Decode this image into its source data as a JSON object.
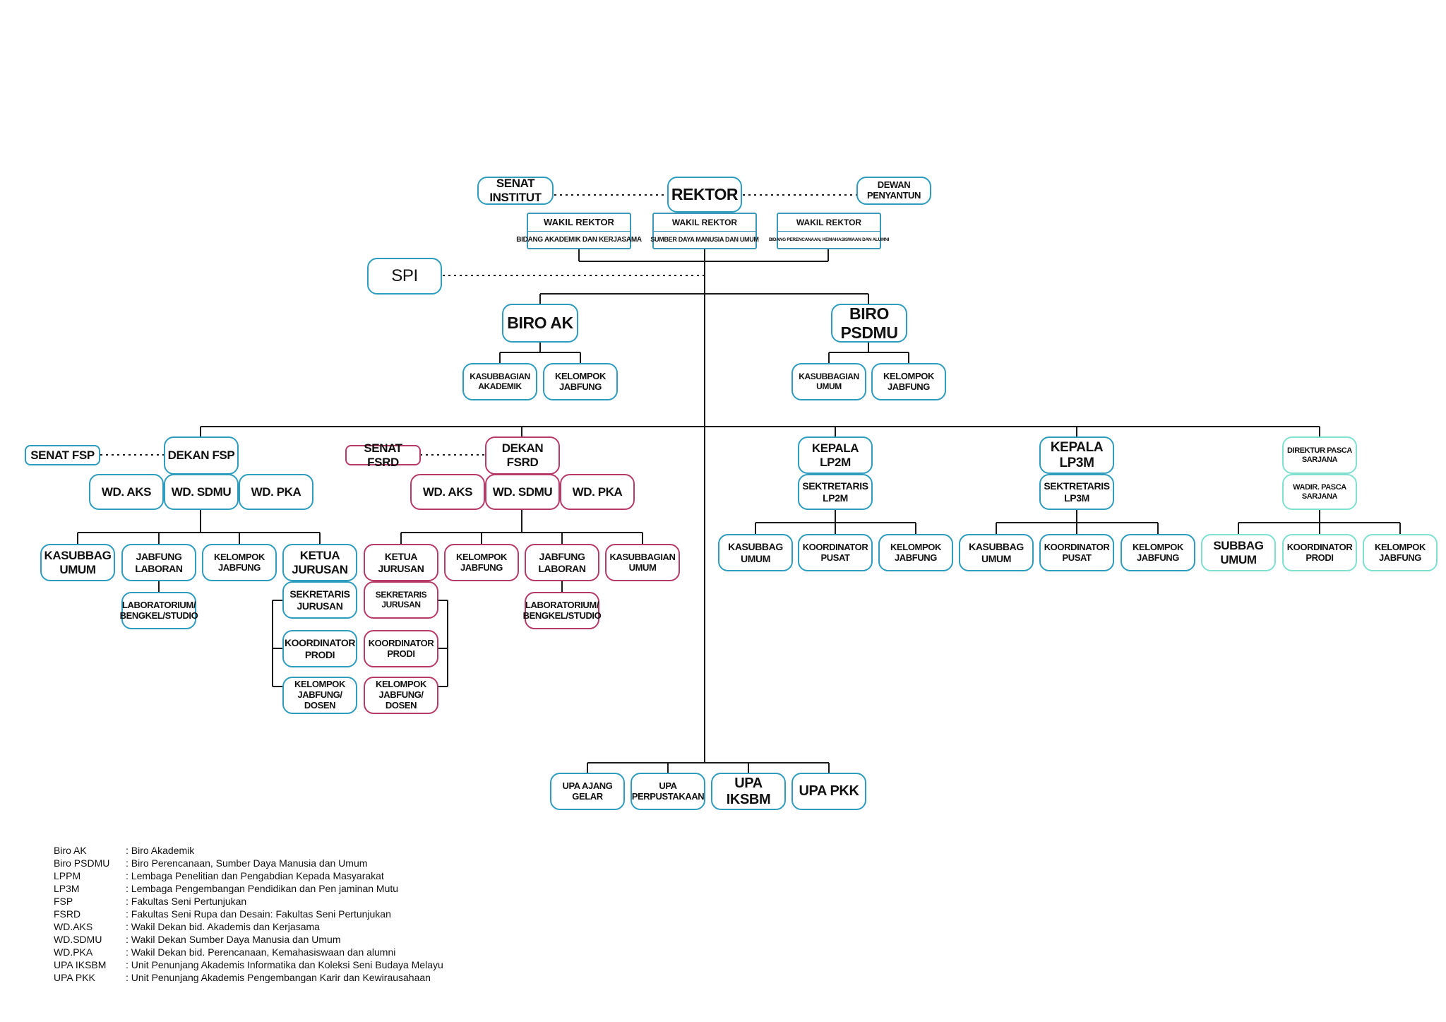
{
  "top": {
    "rektor": "REKTOR",
    "senat_institut": "SENAT INSTITUT",
    "dewan_penyantun": "DEWAN PENYANTUN",
    "spi": "SPI",
    "wakil_rektor": [
      {
        "title": "WAKIL REKTOR",
        "subtitle": "BIDANG AKADEMIK DAN KERJASAMA"
      },
      {
        "title": "WAKIL REKTOR",
        "subtitle": "SUMBER DAYA MANUSIA DAN UMUM"
      },
      {
        "title": "WAKIL REKTOR",
        "subtitle": "BIDANG PERENCANAAN, KEMAHASISWAAN DAN ALUMNI"
      }
    ]
  },
  "biro_ak": {
    "label": "BIRO AK",
    "children": [
      "KASUBBAGIAN AKADEMIK",
      "KELOMPOK JABFUNG"
    ]
  },
  "biro_psdmu": {
    "label": "BIRO PSDMU",
    "children": [
      "KASUBBAGIAN UMUM",
      "KELOMPOK JABFUNG"
    ]
  },
  "fsp": {
    "senat": "SENAT FSP",
    "dekan": "DEKAN FSP",
    "wd": [
      "WD. AKS",
      "WD. SDMU",
      "WD. PKA"
    ],
    "units": [
      "KASUBBAG UMUM",
      "JABFUNG LABORAN",
      "KELOMPOK JABFUNG",
      "KETUA JURUSAN"
    ],
    "lab": "LABORATORIUM/ BENGKEL/STUDIO",
    "jurusan": [
      "SEKRETARIS JURUSAN",
      "KOORDINATOR PRODI",
      "KELOMPOK JABFUNG/ DOSEN"
    ]
  },
  "fsrd": {
    "senat": "SENAT FSRD",
    "dekan": "DEKAN FSRD",
    "wd": [
      "WD. AKS",
      "WD. SDMU",
      "WD. PKA"
    ],
    "units": [
      "KETUA JURUSAN",
      "KELOMPOK JABFUNG",
      "JABFUNG LABORAN",
      "KASUBBAGIAN UMUM"
    ],
    "lab": "LABORATORIUM/ BENGKEL/STUDIO",
    "jurusan": [
      "SEKRETARIS JURUSAN",
      "KOORDINATOR PRODI",
      "KELOMPOK JABFUNG/ DOSEN"
    ]
  },
  "lp2m": {
    "kepala": "KEPALA LP2M",
    "sekretaris": "SEKTRETARIS LP2M",
    "units": [
      "KASUBBAG UMUM",
      "KOORDINATOR PUSAT",
      "KELOMPOK JABFUNG"
    ]
  },
  "lp3m": {
    "kepala": "KEPALA LP3M",
    "sekretaris": "SEKTRETARIS LP3M",
    "units": [
      "KASUBBAG UMUM",
      "KOORDINATOR PUSAT",
      "KELOMPOK JABFUNG"
    ]
  },
  "pasca": {
    "direktur": "DIREKTUR PASCA SARJANA",
    "wadir": "WADIR. PASCA SARJANA",
    "units": [
      "SUBBAG UMUM",
      "KOORDINATOR PRODI",
      "KELOMPOK JABFUNG"
    ]
  },
  "upa": [
    "UPA AJANG GELAR",
    "UPA PERPUSTAKAAN",
    "UPA IKSBM",
    "UPA PKK"
  ],
  "legend": [
    {
      "abbr": "Biro AK",
      "desc": ": Biro Akademik"
    },
    {
      "abbr": "Biro PSDMU",
      "desc": ": Biro Perencanaan, Sumber Daya Manusia dan Umum"
    },
    {
      "abbr": "LPPM",
      "desc": ": Lembaga Penelitian dan Pengabdian Kepada Masyarakat"
    },
    {
      "abbr": "LP3M",
      "desc": ": Lembaga Pengembangan Pendidikan dan Pen jaminan Mutu"
    },
    {
      "abbr": "FSP",
      "desc": ": Fakultas Seni Pertunjukan"
    },
    {
      "abbr": "FSRD",
      "desc": ": Fakultas Seni Rupa dan Desain: Fakultas Seni Pertunjukan"
    },
    {
      "abbr": "WD.AKS",
      "desc": ": Wakil Dekan bid. Akademis dan Kerjasama"
    },
    {
      "abbr": "WD.SDMU",
      "desc": ": Wakil Dekan Sumber Daya Manusia dan Umum"
    },
    {
      "abbr": "WD.PKA",
      "desc": ": Wakil Dekan bid. Perencanaan, Kemahasiswaan dan alumni"
    },
    {
      "abbr": "UPA IKSBM",
      "desc": ": Unit Penunjang Akademis Informatika dan Koleksi Seni Budaya Melayu"
    },
    {
      "abbr": "UPA PKK",
      "desc": ": Unit Penunjang Akademis Pengembangan Karir dan Kewirausahaan"
    }
  ]
}
